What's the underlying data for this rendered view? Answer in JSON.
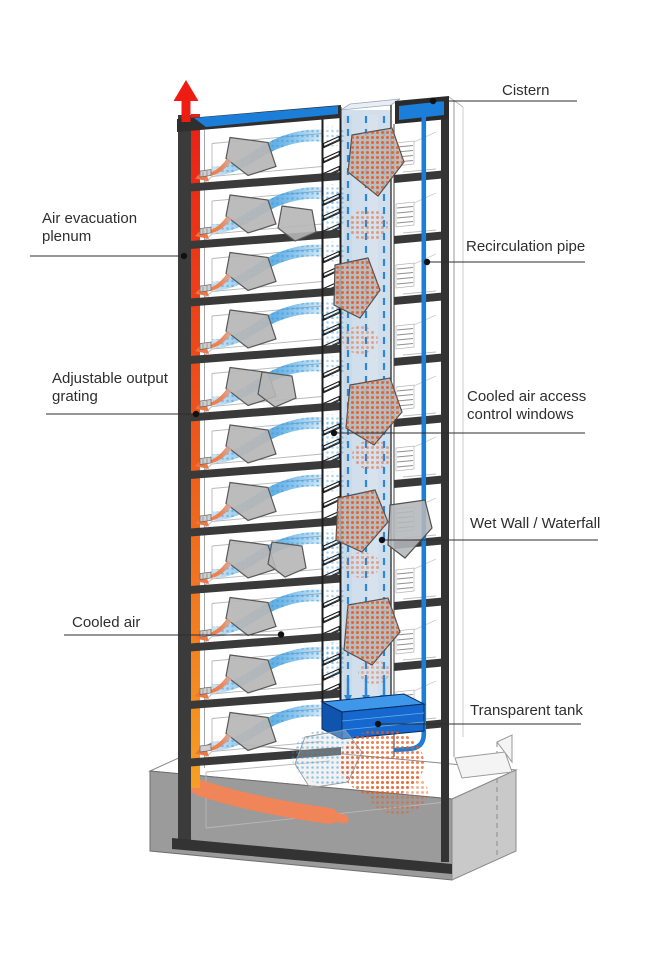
{
  "figure": {
    "type": "architectural-section-diagram",
    "subject": "Evaporative cooling tower section with wet wall, recirculation pipe and air-flow paths"
  },
  "labels": {
    "cistern": "Cistern",
    "air_evacuation_plenum": "Air evacuation plenum",
    "recirculation_pipe": "Recirculation pipe",
    "adjustable_output_grating": "Adjustable output grating",
    "cooled_air_access_control_windows": "Cooled air access control windows",
    "wet_wall_waterfall": "Wet Wall / Waterfall",
    "cooled_air": "Cooled air",
    "transparent_tank": "Transparent tank"
  },
  "colors": {
    "hot_exhaust_red": "#ee1c12",
    "plenum_gradient_top": "#e82015",
    "plenum_gradient_bottom": "#f7a022",
    "water_blue": "#1b7fd9",
    "cool_air_blue": "#53a7e0",
    "wet_panel_blue": "#ccdcea",
    "halftone_orange": "#e8571b",
    "halftone_blue": "#2a93dc",
    "warm_air_orange": "#f0855a",
    "structure_dark": "#3a3a3a",
    "concrete_gray": "#9b9b9b"
  },
  "flows": [
    {
      "name": "hot-air-exhaust-up-arrow",
      "color": "#ee1c12"
    },
    {
      "name": "cooled-air-stream",
      "color": "#53a7e0"
    },
    {
      "name": "warm-air-return",
      "color": "#f0855a"
    },
    {
      "name": "waterfall-down-arrows",
      "color": "#2e86d8"
    }
  ]
}
